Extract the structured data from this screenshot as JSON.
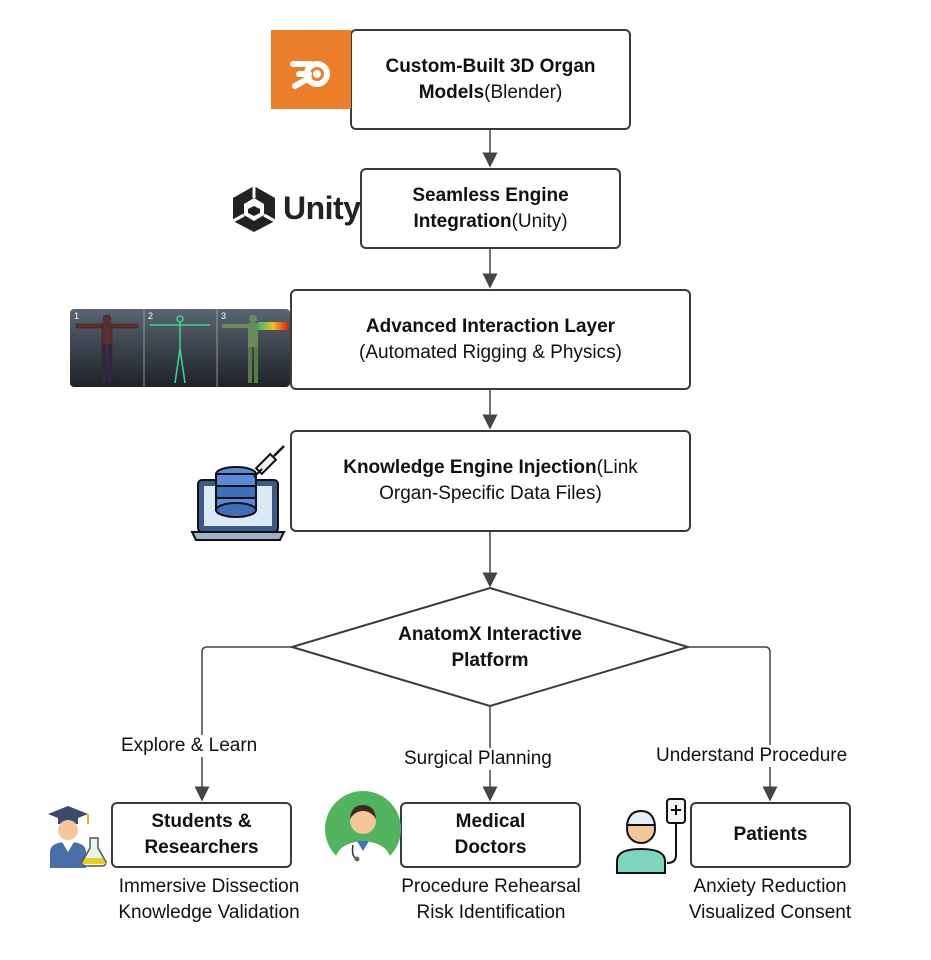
{
  "nodes": {
    "models": {
      "bold": "Custom-Built 3D Organ",
      "bold2": "Models",
      "normal": "(Blender)"
    },
    "engine": {
      "bold": "Seamless Engine",
      "bold2": "Integration",
      "normal": "(Unity)"
    },
    "interaction": {
      "bold": "Advanced Interaction Layer",
      "normal": "(Automated Rigging & Physics)"
    },
    "knowledge": {
      "bold": "Knowledge Engine Injection",
      "normal": "(Link",
      "normal2": "Organ-Specific Data Files)"
    },
    "platform": {
      "line1": "AnatomX Interactive",
      "line2": "Platform"
    },
    "students": {
      "line1": "Students &",
      "line2": "Researchers"
    },
    "doctors": {
      "line1": "Medical",
      "line2": "Doctors"
    },
    "patients": {
      "line1": "Patients"
    }
  },
  "edge_labels": {
    "students": "Explore & Learn",
    "doctors": "Surgical Planning",
    "patients": "Understand Procedure"
  },
  "outcomes": {
    "students": [
      "Immersive Dissection",
      "Knowledge Validation"
    ],
    "doctors": [
      "Procedure Rehearsal",
      "Risk Identification"
    ],
    "patients": [
      "Anxiety Reduction",
      "Visualized Consent"
    ]
  },
  "logos": {
    "unity_text": "Unity"
  },
  "rig_panels": [
    "1",
    "2",
    "3"
  ],
  "colors": {
    "blender": "#ea7e2a",
    "stroke": "#3a3a3a",
    "arrow": "#444444"
  }
}
